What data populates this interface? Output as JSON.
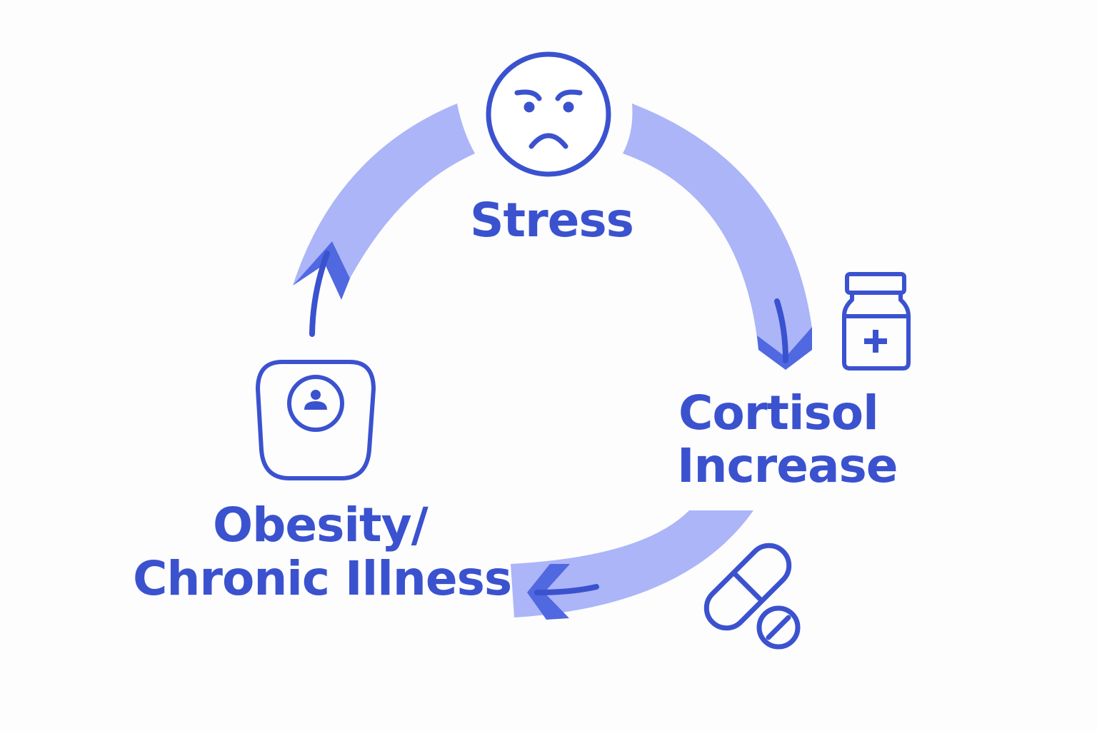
{
  "colors": {
    "primary": "#3b52cf",
    "arrow_light": "#abb5f8",
    "arrow_head": "#5068e0",
    "background": "#fdfdfe"
  },
  "nodes": [
    {
      "label": "Stress",
      "icon": "angry-face-icon"
    },
    {
      "label_lines": [
        "Cortisol",
        "Increase"
      ],
      "icon": "medicine-bottle-icon"
    },
    {
      "label_lines": [
        "Obesity/",
        "Chronic Illness"
      ],
      "icon": "weight-scale-icon"
    }
  ],
  "extra_icons": [
    "pill-capsule-icon",
    "tablet-icon"
  ],
  "cycle_direction": "clockwise"
}
